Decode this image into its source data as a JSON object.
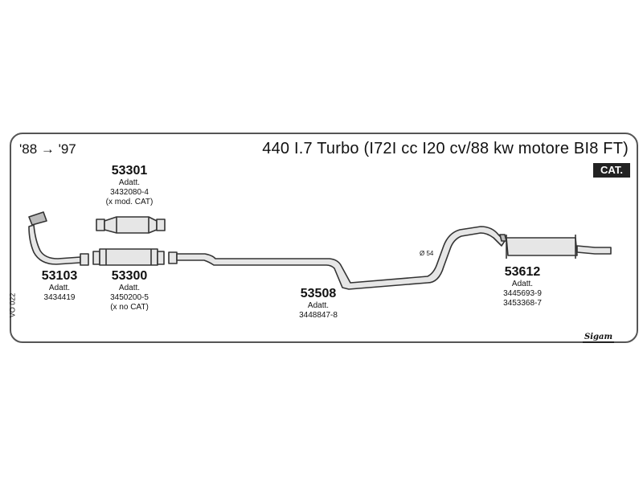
{
  "header": {
    "years": "'88 → '97",
    "title": "440 I.7 Turbo (I72I cc I20 cv/88 kw motore BI8 FT)",
    "badge": "CAT."
  },
  "side_code": "VO 022",
  "parts": [
    {
      "code": "53301",
      "lines": [
        "Adatt.",
        "3432080-4",
        "(x mod. CAT)"
      ]
    },
    {
      "code": "53300",
      "lines": [
        "Adatt.",
        "3450200-5",
        "(x no CAT)"
      ]
    },
    {
      "code": "53103",
      "lines": [
        "Adatt.",
        "3434419"
      ]
    },
    {
      "code": "53508",
      "lines": [
        "Adatt.",
        "3448847-8"
      ]
    },
    {
      "code": "53612",
      "lines": [
        "Adatt.",
        "3445693-9",
        "3453368-7"
      ]
    }
  ],
  "dimension": "Ø 54",
  "logo": "Sigam",
  "colors": {
    "line": "#333333",
    "fill": "#e4e4e4"
  }
}
